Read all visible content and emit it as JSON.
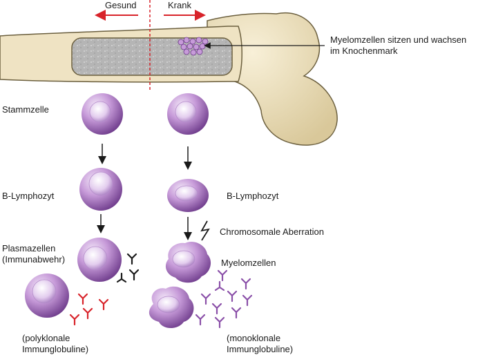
{
  "direction": {
    "healthy": "Gesund",
    "sick": "Krank"
  },
  "callout": {
    "line1": "Myelomzellen sitzen und wachsen",
    "line2": "im Knochenmark"
  },
  "labels": {
    "stem_cell": "Stammzelle",
    "b_lymphocyte_left": "B-Lymphozyt",
    "b_lymphocyte_right": "B-Lymphozyt",
    "plasma_line1": "Plasmazellen",
    "plasma_line2": "(Immunabwehr)",
    "aberration": "Chromosomale Aberration",
    "myeloma": "Myelomzellen",
    "polyclonal_line1": "(polyklonale",
    "polyclonal_line2": "Immunglobuline)",
    "monoclonal_line1": "(monoklonale",
    "monoclonal_line2": "Immunglobuline)"
  },
  "colors": {
    "bone": "#efe3c3",
    "bone_outline": "#6b5f3e",
    "marrow": "#b9b9b9",
    "cell": "#9a5fb5",
    "arrow_red": "#d8232a",
    "antibody_red": "#d8232a",
    "antibody_purple": "#8a4fa8",
    "antibody_black": "#1a1a1a"
  }
}
